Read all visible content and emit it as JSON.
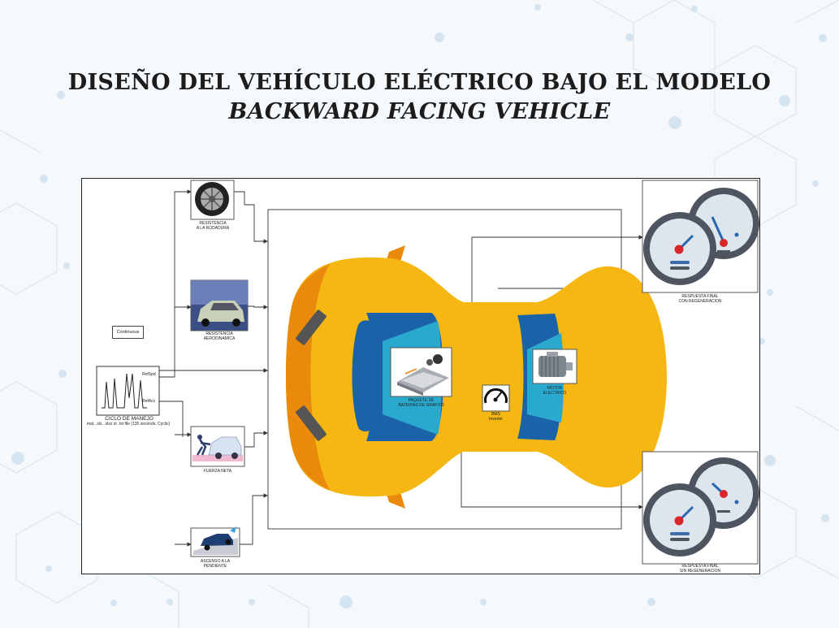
{
  "title": {
    "line1": "DISEÑO DEL VEHÍCULO ELÉCTRICO BAJO EL MODELO",
    "line2": "BACKWARD FACING VEHICLE"
  },
  "diagram": {
    "continuous_label": "Continuous",
    "drive_cycle": {
      "label": "CICLO DE MANEJO",
      "sublabel": "mat, .xls, .xlsx or .txt file (135  seconds, Cyclic)",
      "port_spd": "RefSpd",
      "port_acc": "RefAcc"
    },
    "blocks": {
      "rolling": "RESISTENCIA\nA LA RODADURA",
      "aero": "RESISTENCIA\nAERODINAMICA",
      "net_force": "FUERZA NETA",
      "slope": "ASCENSO A LA\nPENDIENTE",
      "battery": "PAQUETE DE\nBATERIAS DE GRAFITO",
      "motor": "MOTOR\nELECTRICO",
      "bms_label": "BMS",
      "bms_sub": "Inverter",
      "resp_regen": "RESPUESTA FINAL\nCON REGENERACION",
      "resp_no_regen": "RESPUESTA FINAL\nSIN REGENERACION"
    },
    "icons": [
      "tire-icon",
      "car-photo-icon",
      "push-car-icon",
      "car-slope-icon",
      "battery-pack-icon",
      "electric-motor-icon",
      "speedometer-icon",
      "gauge-icon"
    ],
    "colors": {
      "car_body": "#f6b713",
      "car_shadow": "#e98a0c",
      "glass_dark": "#1a63a8",
      "glass_light": "#2aa9cf",
      "gauge_ring": "#4f5560",
      "gauge_needle": "#d9262a"
    }
  }
}
